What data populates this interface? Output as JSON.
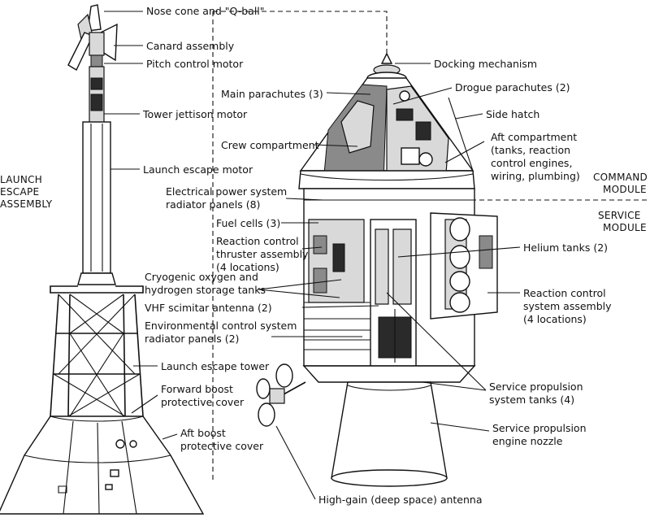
{
  "labels": {
    "nose_cone": "Nose cone and \"Q-ball\"",
    "canard": "Canard assembly",
    "pitch_motor": "Pitch control motor",
    "tower_jettison": "Tower jettison motor",
    "launch_escape_motor": "Launch escape motor",
    "launch_escape_tower": "Launch escape tower",
    "forward_boost_1": "Forward boost",
    "forward_boost_2": "protective cover",
    "aft_boost_1": "Aft boost",
    "aft_boost_2": "protective cover",
    "docking": "Docking mechanism",
    "main_parachutes": "Main parachutes (3)",
    "drogue": "Drogue parachutes (2)",
    "side_hatch": "Side hatch",
    "crew": "Crew compartment",
    "aft_comp_1": "Aft compartment",
    "aft_comp_2": "(tanks, reaction",
    "aft_comp_3": "control engines,",
    "aft_comp_4": "wiring, plumbing)",
    "eps_1": "Electrical power system",
    "eps_2": "radiator panels (8)",
    "fuel_cells": "Fuel cells (3)",
    "rcs_thruster_1": "Reaction control",
    "rcs_thruster_2": "thruster assembly",
    "rcs_thruster_3": "(4 locations)",
    "cryo_1": "Cryogenic oxygen and",
    "cryo_2": "hydrogen storage tanks",
    "vhf": "VHF scimitar antenna (2)",
    "ecs_1": "Environmental control system",
    "ecs_2": "radiator panels (2)",
    "helium": "Helium tanks (2)",
    "rcs_system_1": "Reaction control",
    "rcs_system_2": "system assembly",
    "rcs_system_3": "(4 locations)",
    "sps_tanks_1": "Service propulsion",
    "sps_tanks_2": "system tanks (4)",
    "sps_nozzle_1": "Service propulsion",
    "sps_nozzle_2": "engine nozzle",
    "high_gain": "High-gain (deep space) antenna"
  },
  "side_labels": {
    "launch_1": "LAUNCH",
    "launch_2": "ESCAPE",
    "launch_3": "ASSEMBLY",
    "command_1": "COMMAND",
    "command_2": "MODULE",
    "service_1": "SERVICE",
    "service_2": "MODULE"
  }
}
